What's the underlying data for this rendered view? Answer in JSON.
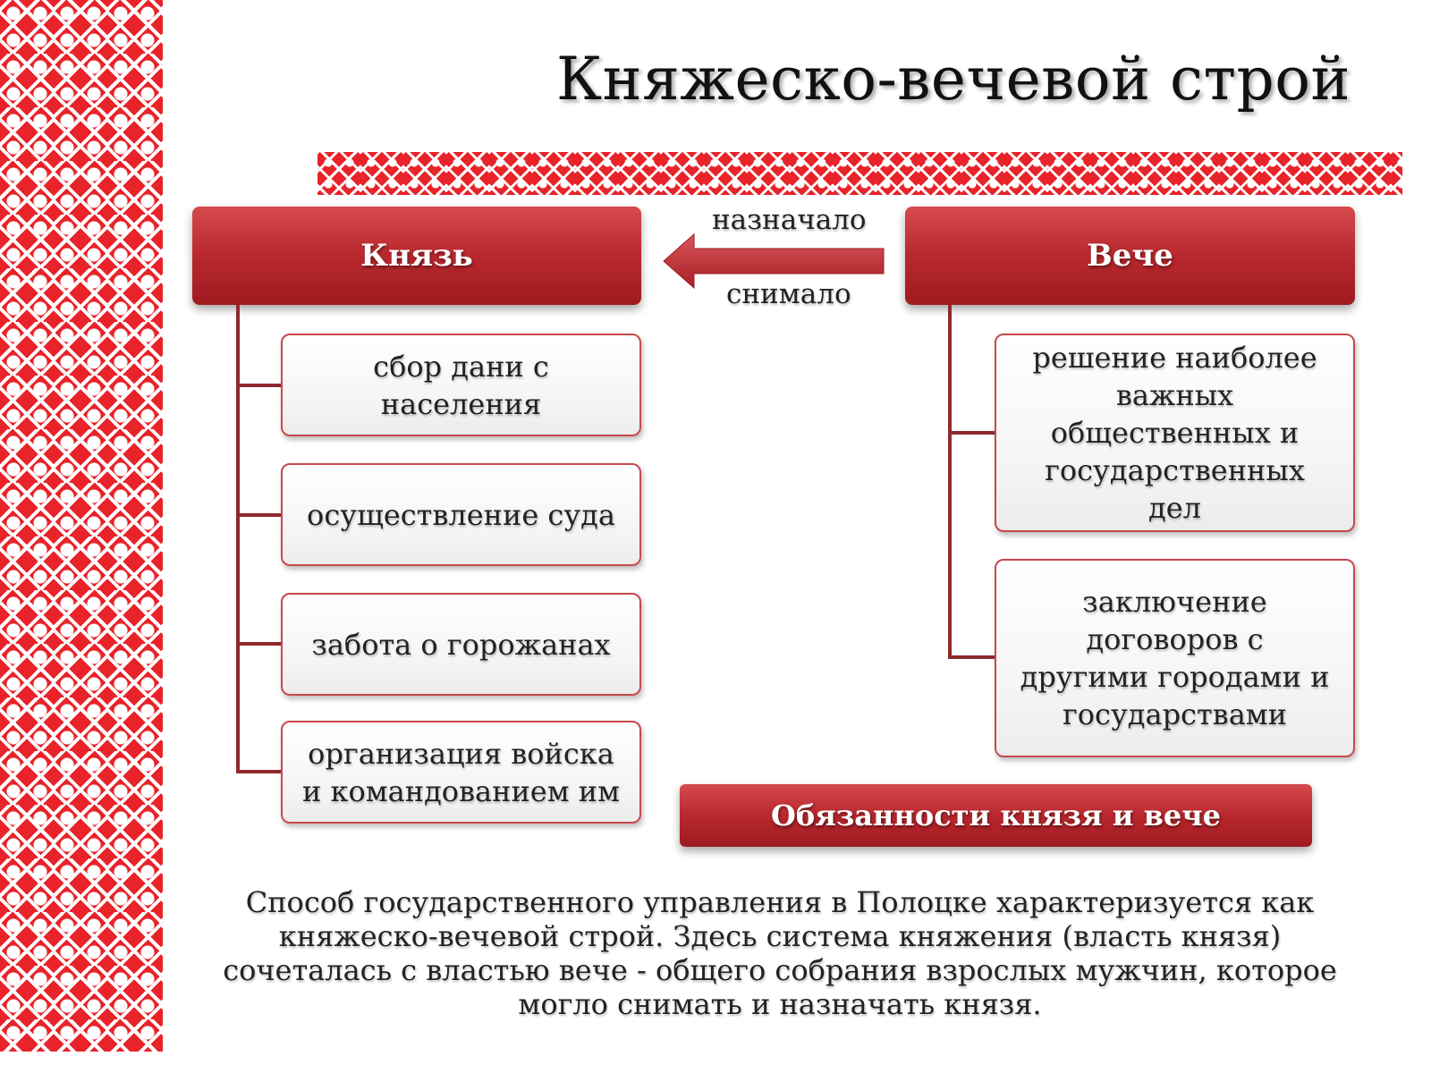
{
  "title": "Княжеско-вечевой строй",
  "prince": {
    "label": "Князь",
    "duties": [
      "сбор дани с\nнаселения",
      "осуществление суда",
      "забота о горожанах",
      "организация войска\nи командованием им"
    ]
  },
  "veche": {
    "label": "Вече",
    "duties": [
      "решение наиболее\nважных общественных и государственных дел",
      "заключение договоров с другими городами и государствами"
    ]
  },
  "relation": {
    "top_label": "назначало",
    "bottom_label": "снимало"
  },
  "caption": "Обязанности князя и вече",
  "description": "Способ государственного управления в Полоцке характеризуется как\nкняжеско-вечевой строй. Здесь система княжения (власть князя) сочеталась с властью вече - общего собрания взрослых мужчин, которое могло снимать и назначать князя.",
  "colors": {
    "accent": "#b9282e",
    "ornament": "#e8232a",
    "connector": "#8e2a2e"
  }
}
